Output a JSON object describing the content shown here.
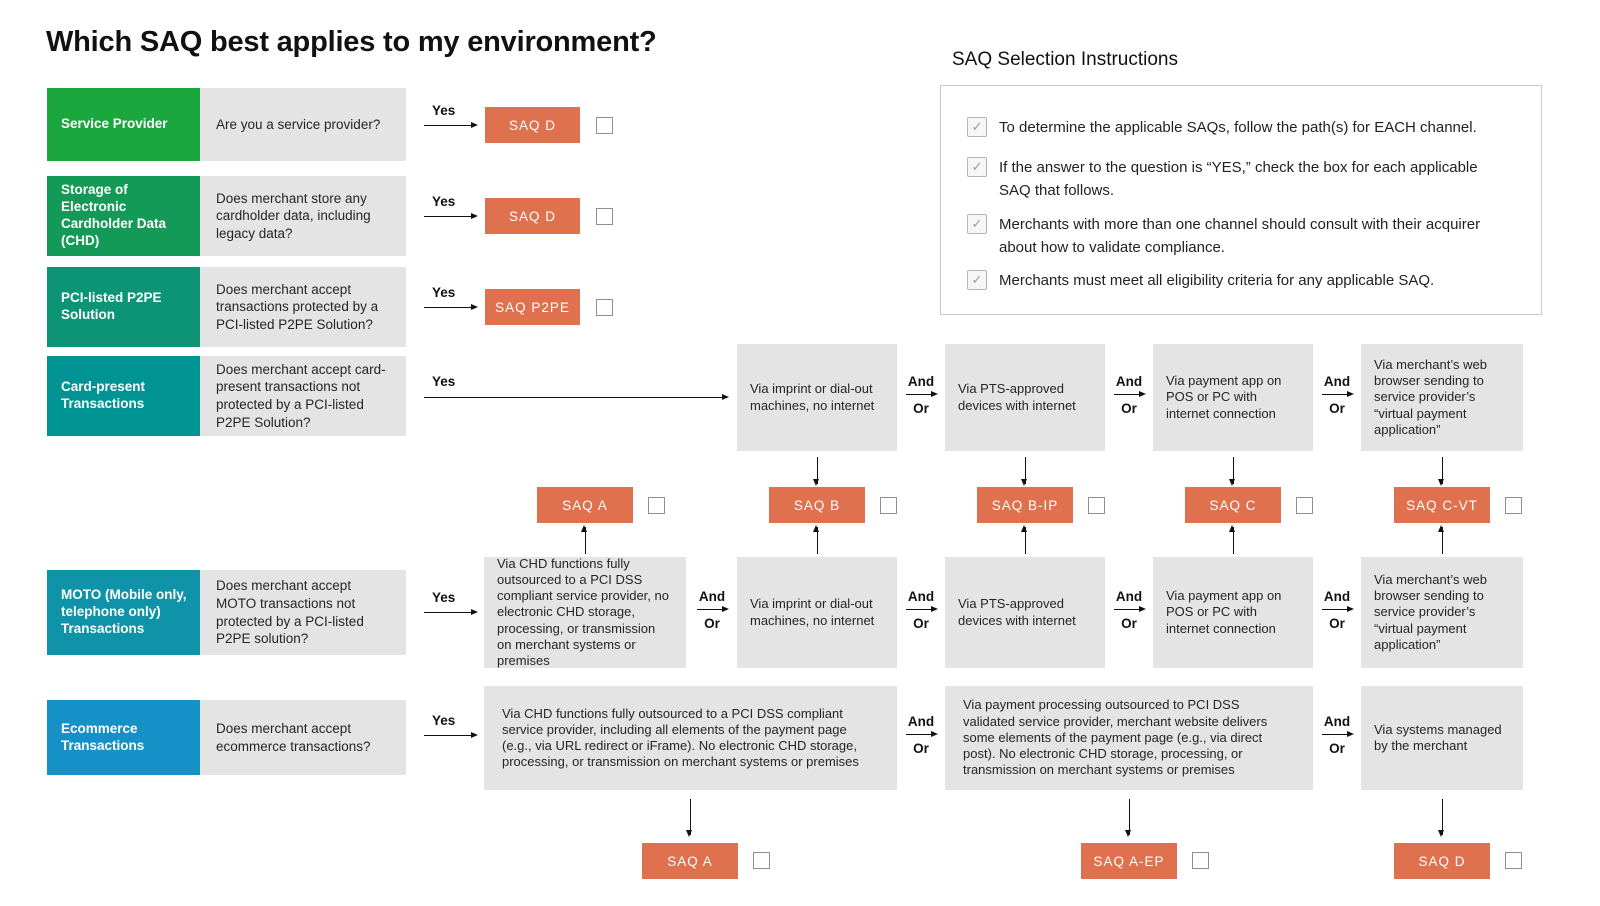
{
  "title": "Which SAQ best applies to my environment?",
  "labels": {
    "yes": "Yes",
    "and": "And",
    "or": "Or",
    "check": "✓"
  },
  "colors": {
    "saq_box": "#e0714e",
    "gray_box": "#e4e4e4"
  },
  "instructions": {
    "title": "SAQ Selection Instructions",
    "items": [
      "To determine the applicable SAQs, follow the path(s) for EACH channel.",
      "If the answer to the question is “YES,” check the box for each applicable SAQ that follows.",
      "Merchants with more than one channel should consult with their acquirer about how to validate compliance.",
      "Merchants must meet all eligibility criteria for any applicable SAQ."
    ]
  },
  "channels": [
    {
      "label": "Service Provider",
      "color": "#1ba63e",
      "question": "Are you a service provider?",
      "saq": "SAQ D"
    },
    {
      "label": "Storage of Electronic Cardholder Data (CHD)",
      "color": "#149a57",
      "question": "Does merchant store any cardholder data, including legacy data?",
      "saq": "SAQ D"
    },
    {
      "label": "PCI-listed P2PE Solution",
      "color": "#0c9474",
      "question": "Does merchant accept transactions protected by a PCI-listed P2PE Solution?",
      "saq": "SAQ P2PE"
    },
    {
      "label": "Card-present Transactions",
      "color": "#009394",
      "question": "Does merchant accept card-present transactions not protected by a PCI-listed P2PE Solution?"
    },
    {
      "label": "MOTO (Mobile only, telephone only) Transactions",
      "color": "#0e93a8",
      "question": "Does merchant accept MOTO transactions not protected by a PCI-listed P2PE solution?"
    },
    {
      "label": "Ecommerce Transactions",
      "color": "#1591c8",
      "question": "Does merchant accept ecommerce transactions?"
    }
  ],
  "card_present": {
    "options": [
      "Via imprint or dial-out machines, no internet",
      "Via PTS-approved devices with internet",
      "Via payment app on POS or PC with internet connection",
      "Via merchant’s web browser sending to service provider’s “virtual payment application”"
    ]
  },
  "moto": {
    "options": [
      "Via CHD functions fully outsourced to a PCI DSS compliant service provider, no electronic CHD storage, processing, or transmission on merchant systems or premises",
      "Via imprint or dial-out machines, no internet",
      "Via PTS-approved devices with internet",
      "Via payment app on POS or PC with internet connection",
      "Via merchant’s web browser sending to service provider’s “virtual payment application”"
    ]
  },
  "ecommerce": {
    "options": [
      "Via CHD functions fully outsourced to a PCI DSS compliant service provider, including all elements of the payment page (e.g., via URL redirect or iFrame). No electronic CHD storage, processing, or transmission on merchant systems or premises",
      "Via payment processing outsourced to PCI DSS validated service provider, merchant website delivers some elements of the payment page (e.g., via direct post). No electronic CHD storage, processing, or transmission on merchant systems or premises",
      "Via systems managed by the merchant"
    ]
  },
  "middle_saqs": [
    "SAQ A",
    "SAQ B",
    "SAQ B-IP",
    "SAQ C",
    "SAQ C-VT"
  ],
  "bottom_saqs": [
    "SAQ A",
    "SAQ A-EP",
    "SAQ D"
  ]
}
